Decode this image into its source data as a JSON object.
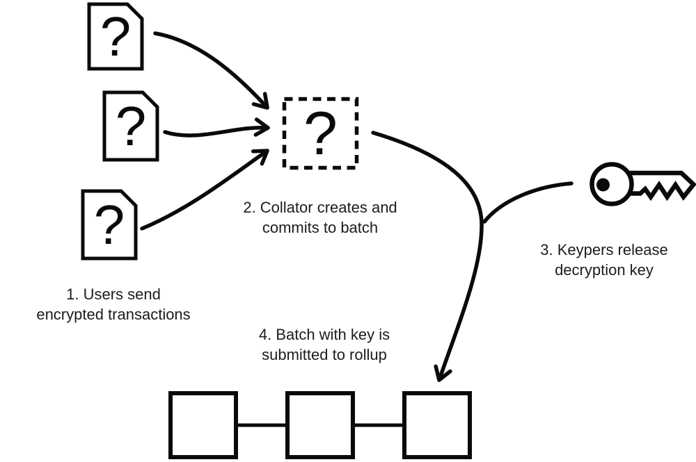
{
  "colors": {
    "background": "#ffffff",
    "ink": "#0a0a0a",
    "text": "#1c1c1e"
  },
  "glyphs": {
    "question_mark": "?"
  },
  "steps": [
    {
      "lines": [
        "1. Users send",
        "encrypted transactions"
      ]
    },
    {
      "lines": [
        "2. Collator creates and",
        "commits to batch"
      ]
    },
    {
      "lines": [
        "3. Keypers release",
        "decryption key"
      ]
    },
    {
      "lines": [
        "4. Batch with key is",
        "submitted to rollup"
      ]
    }
  ]
}
